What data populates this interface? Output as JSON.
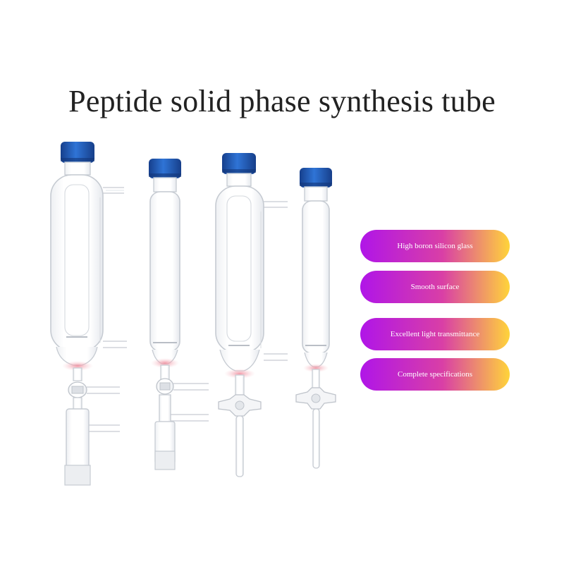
{
  "title": "Peptide solid phase synthesis tube",
  "features": [
    "High boron silicon glass",
    "Smooth surface",
    "Excellent light transmittance",
    "Complete specifications"
  ],
  "colors": {
    "pill_gradient": [
      "#b015e8",
      "#d93fa6",
      "#ffd43a"
    ],
    "cap_blue": "#1f5bb5",
    "glass_outline": "#c8ccd2",
    "stopper_pink": "#f2b7c0"
  }
}
